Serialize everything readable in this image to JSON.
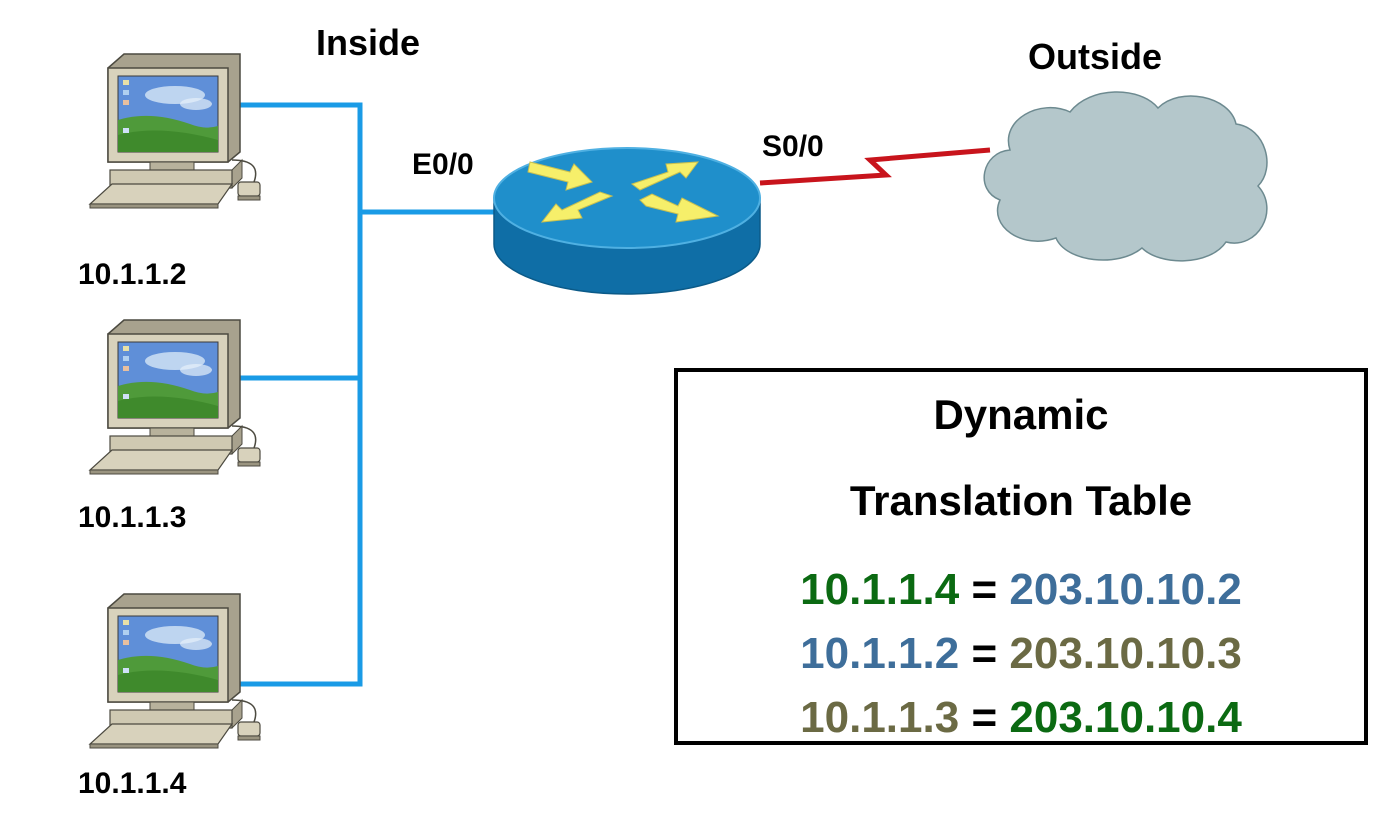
{
  "colors": {
    "green": "#0b6a12",
    "blue": "#3e6e9a",
    "olive": "#6b6a44",
    "lan_link": "#1a9be6",
    "wan_link": "#c8141c",
    "router_top": "#1f8fcb",
    "router_side": "#0f6ea6",
    "arrow": "#f6ef6a",
    "cloud": "#b4c7cb"
  },
  "zones": {
    "inside": "Inside",
    "outside": "Outside"
  },
  "router": {
    "lan_interface": "E0/0",
    "wan_interface": "S0/0"
  },
  "hosts": [
    {
      "ip": "10.1.1.2"
    },
    {
      "ip": "10.1.1.3"
    },
    {
      "ip": "10.1.1.4"
    }
  ],
  "translation_table": {
    "title_line1": "Dynamic",
    "title_line2": "Translation Table",
    "separator": "=",
    "rows": [
      {
        "inside": "10.1.1.4",
        "inside_color": "green",
        "outside": "203.10.10.2",
        "outside_color": "blue"
      },
      {
        "inside": "10.1.1.2",
        "inside_color": "blue",
        "outside": "203.10.10.3",
        "outside_color": "olive"
      },
      {
        "inside": "10.1.1.3",
        "inside_color": "olive",
        "outside": "203.10.10.4",
        "outside_color": "green"
      }
    ]
  },
  "icons": {
    "host": "desktop-computer-icon",
    "router": "router-icon",
    "cloud": "cloud-icon"
  }
}
